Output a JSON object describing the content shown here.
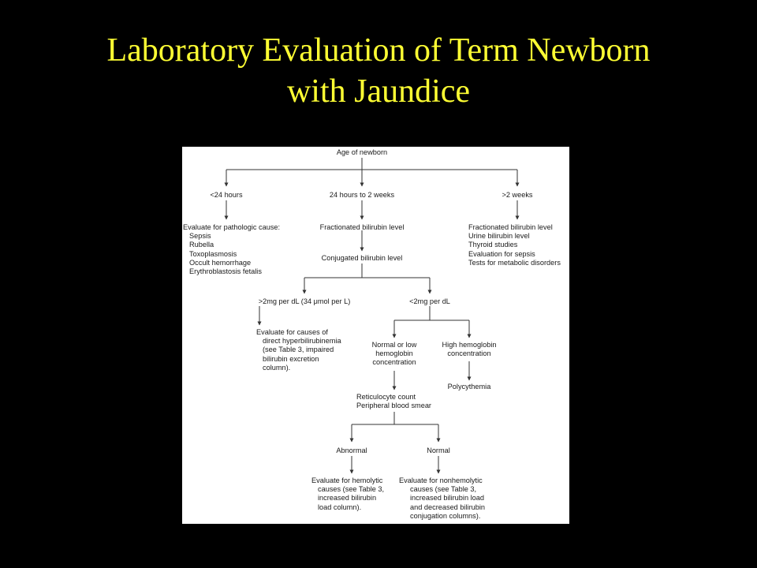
{
  "slide": {
    "title_line1": "Laboratory Evaluation of Term Newborn",
    "title_line2": "with Jaundice"
  },
  "colors": {
    "background": "#000000",
    "title": "#ffff33",
    "chart_bg": "#ffffff",
    "line": "#333333"
  },
  "flowchart": {
    "root": "Age of newborn",
    "branch_lt24": {
      "label": "<24 hours",
      "heading": "Evaluate for pathologic cause:",
      "items": [
        "Sepsis",
        "Rubella",
        "Toxoplasmosis",
        "Occult hemorrhage",
        "Erythroblastosis fetalis"
      ]
    },
    "branch_24h2w": {
      "label": "24 hours to 2 weeks",
      "step1": "Fractionated bilirubin level",
      "step2": "Conjugated bilirubin level"
    },
    "branch_gt2w": {
      "label": ">2 weeks",
      "items": [
        "Fractionated bilirubin level",
        "Urine bilirubin level",
        "Thyroid studies",
        "Evaluation for sepsis",
        "Tests for metabolic disorders"
      ]
    },
    "high_conj": {
      "label": ">2mg per dL (34 μmol per L)",
      "eval": [
        "Evaluate for causes of",
        "direct hyperbilirubinemia",
        "(see Table 3, impaired",
        "bilirubin excretion",
        "column)."
      ]
    },
    "low_conj": {
      "label": "<2mg per dL",
      "normal_low_hb": [
        "Normal or low",
        "hemoglobin",
        "concentration"
      ],
      "high_hb": [
        "High hemoglobin",
        "concentration"
      ],
      "polycythemia": "Polycythemia",
      "retic": [
        "Reticulocyte count",
        "Peripheral blood smear"
      ],
      "abnormal": "Abnormal",
      "normal": "Normal",
      "eval_hemolytic": [
        "Evaluate for hemolytic",
        "causes (see Table 3,",
        "increased bilirubin",
        "load column)."
      ],
      "eval_nonhemolytic": [
        "Evaluate for nonhemolytic",
        "causes (see Table 3,",
        "increased bilirubin load",
        "and decreased bilirubin",
        "conjugation columns)."
      ]
    }
  }
}
